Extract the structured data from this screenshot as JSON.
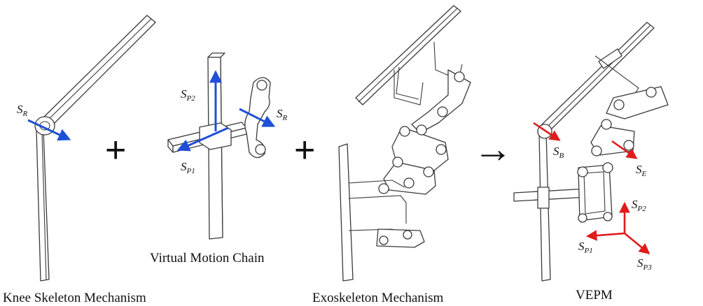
{
  "captions": {
    "knee": "Knee Skeleton Mechanism",
    "virtual": "Virtual Motion Chain",
    "exo": "Exoskeleton Mechanism",
    "vepm": "VEPM"
  },
  "operators": {
    "plus": "+",
    "arrow": "→"
  },
  "colors": {
    "blue_axis": "#1f4fd6",
    "red_axis": "#e01b1b",
    "line": "#3a3a3a"
  },
  "labels": {
    "knee_sr": {
      "main": "S",
      "sub": "R"
    },
    "vmc_sp2": {
      "main": "S",
      "sub": "P2"
    },
    "vmc_sr": {
      "main": "S",
      "sub": "R"
    },
    "vmc_sp1": {
      "main": "S",
      "sub": "P1"
    },
    "vepm_sb": {
      "main": "S",
      "sub": "B"
    },
    "vepm_se": {
      "main": "S",
      "sub": "E"
    },
    "vepm_sp2": {
      "main": "S",
      "sub": "P2"
    },
    "vepm_sp1": {
      "main": "S",
      "sub": "P1"
    },
    "vepm_sp3": {
      "main": "S",
      "sub": "P3"
    }
  }
}
